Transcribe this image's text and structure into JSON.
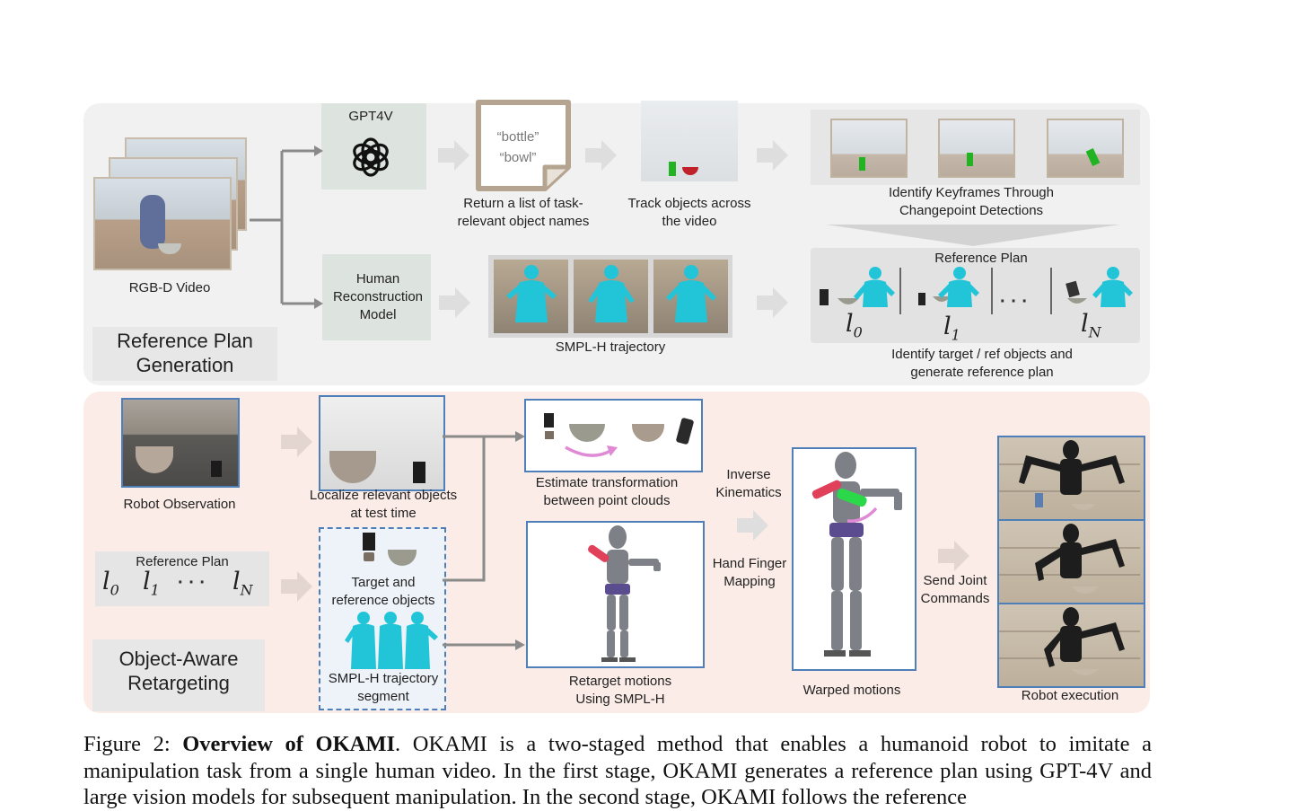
{
  "top_stage": {
    "stage_label": "Reference Plan\nGeneration",
    "rgbd_label": "RGB-D Video",
    "gpt_label": "GPT4V",
    "hrm_label": "Human\nReconstruction\nModel",
    "doc_line1": "“bottle”",
    "doc_line2": "“bowl”",
    "return_label": "Return a list of task-\nrelevant object names",
    "track_label": "Track objects across\nthe video",
    "keyframes_label": "Identify Keyframes Through\nChangepoint Detections",
    "smplh_label": "SMPL-H trajectory",
    "refplan_title": "Reference Plan",
    "l0": "l",
    "l0_sub": "0",
    "l1": "l",
    "l1_sub": "1",
    "lN": "l",
    "lN_sub": "N",
    "dots": "· · ·",
    "identify_label": "Identify target / ref objects and\ngenerate reference plan"
  },
  "bottom_stage": {
    "stage_label": "Object-Aware\nRetargeting",
    "robot_obs_label": "Robot Observation",
    "localize_label": "Localize relevant objects\nat test time",
    "refplan_title": "Reference Plan",
    "target_label": "Target and\nreference objects",
    "smplh_seg_label": "SMPL-H trajectory\nsegment",
    "estimate_label": "Estimate transformation\nbetween point clouds",
    "retarget_label": "Retarget motions\nUsing SMPL-H",
    "ik_label": "Inverse\nKinematics",
    "hand_label": "Hand Finger\nMapping",
    "warped_label": "Warped motions",
    "send_label": "Send Joint\nCommands",
    "exec_label": "Robot execution"
  },
  "caption": {
    "prefix": "Figure 2: ",
    "bold": "Overview of OKAMI",
    "text": ". OKAMI is a two-staged method that enables a humanoid robot to imitate a manipulation task from a single human video. In the first stage, OKAMI generates a reference plan using GPT-4V and large vision models for subsequent manipulation. In the second stage, OKAMI follows the reference"
  },
  "colors": {
    "top_panel": "#f1f1f1",
    "bottom_panel": "#fbece7",
    "box_blue": "#4f7fb8",
    "human_cyan": "#22c4d8",
    "arrow_gray": "#8a8a8a"
  }
}
